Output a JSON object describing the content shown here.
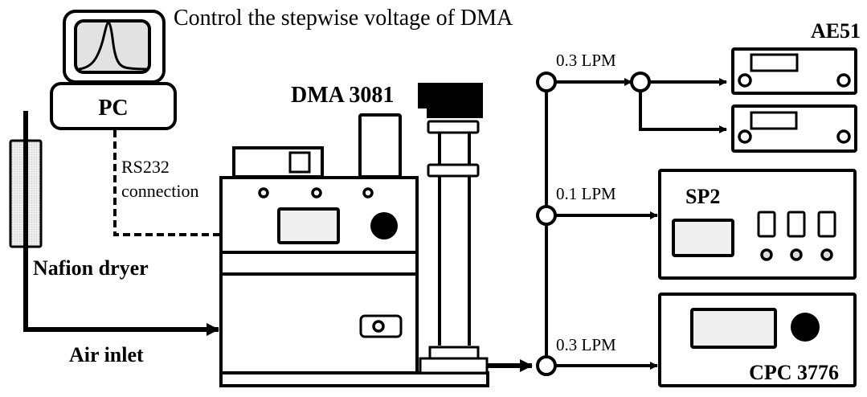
{
  "diagram": {
    "caption_control": "Control the stepwise voltage of DMA",
    "pc": {
      "label": "PC"
    },
    "rs232": {
      "line1": "RS232",
      "line2": "connection"
    },
    "dryer": {
      "label": "Nafion dryer"
    },
    "inlet": {
      "label": "Air inlet"
    },
    "dma": {
      "label": "DMA 3081"
    },
    "flows": {
      "ae51": "0.3 LPM",
      "sp2": "0.1 LPM",
      "cpc": "0.3 LPM"
    },
    "instruments": {
      "ae51": {
        "label": "AE51",
        "count": 2
      },
      "sp2": {
        "label": "SP2"
      },
      "cpc": {
        "label": "CPC 3776"
      }
    },
    "colors": {
      "line": "#000000",
      "screen_fill": "#efefef",
      "monitor_fill": "#e2e2e2",
      "dryer_fill": "#e6e6e6"
    }
  }
}
